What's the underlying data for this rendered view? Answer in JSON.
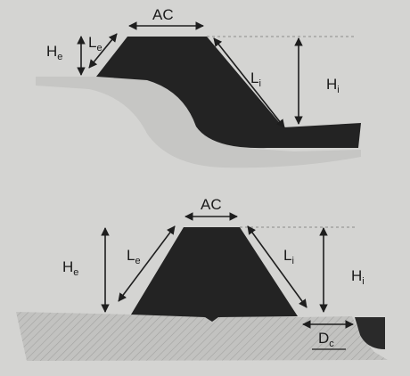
{
  "top": {
    "ac": "AC",
    "he_main": "H",
    "he_sub": "e",
    "le_main": "L",
    "le_sub": "e",
    "li_main": "L",
    "li_sub": "i",
    "hi_main": "H",
    "hi_sub": "i"
  },
  "bottom": {
    "ac": "AC",
    "he_main": "H",
    "he_sub": "e",
    "le_main": "L",
    "le_sub": "e",
    "li_main": "L",
    "li_sub": "i",
    "hi_main": "H",
    "hi_sub": "i",
    "dc_main": "D",
    "dc_sub": "c"
  },
  "colors": {
    "background": "#d4d4d2",
    "dam_body": "#232323",
    "ground": "#bdbdbb",
    "hatch": "#9a9a98",
    "line": "#1e1e1e"
  }
}
